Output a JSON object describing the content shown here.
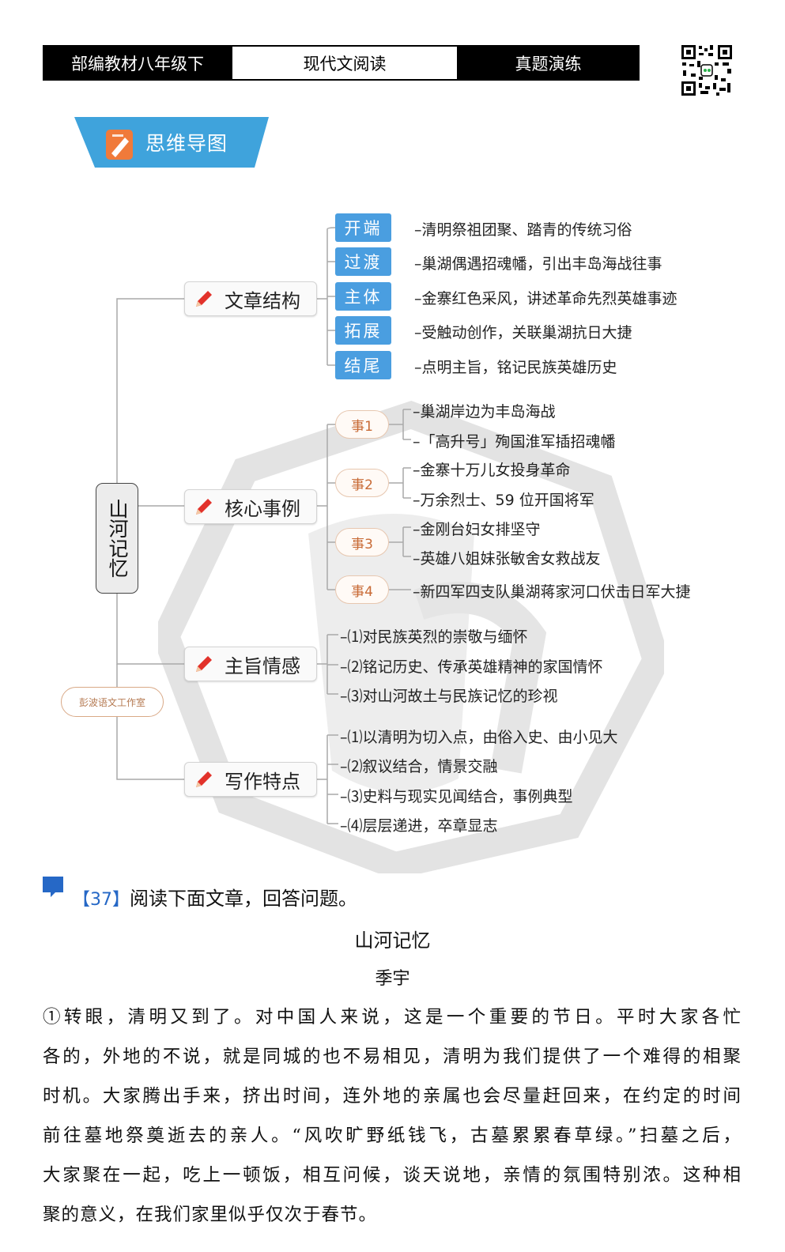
{
  "header": {
    "grade": "部编教材八年级下",
    "category": "现代文阅读",
    "practice": "真题演练"
  },
  "banner": {
    "label": "思维导图"
  },
  "mindmap": {
    "root": "山河记忆",
    "studio": "彭波语文工作室",
    "structure": {
      "label": "文章结构",
      "items": [
        {
          "tag": "开端",
          "text": "–清明祭祖团聚、踏青的传统习俗"
        },
        {
          "tag": "过渡",
          "text": "–巢湖偶遇招魂幡，引出丰岛海战往事"
        },
        {
          "tag": "主体",
          "text": "–金寨红色采风，讲述革命先烈英雄事迹"
        },
        {
          "tag": "拓展",
          "text": "–受触动创作，关联巢湖抗日大捷"
        },
        {
          "tag": "结尾",
          "text": "–点明主旨，铭记民族英雄历史"
        }
      ]
    },
    "examples": {
      "label": "核心事例",
      "items": [
        {
          "tag": "事1",
          "lines": [
            "–巢湖岸边为丰岛海战",
            "–「高升号」殉国淮军插招魂幡"
          ]
        },
        {
          "tag": "事2",
          "lines": [
            "–金寨十万儿女投身革命",
            "–万余烈士、59 位开国将军"
          ]
        },
        {
          "tag": "事3",
          "lines": [
            "–金刚台妇女排坚守",
            "–英雄八姐妹张敏舍女救战友"
          ]
        },
        {
          "tag": "事4",
          "lines": [
            "–新四军四支队巢湖蒋家河口伏击日军大捷"
          ]
        }
      ]
    },
    "theme": {
      "label": "主旨情感",
      "items": [
        "–⑴对民族英烈的崇敬与缅怀",
        "–⑵铭记历史、传承英雄精神的家国情怀",
        "–⑶对山河故土与民族记忆的珍视"
      ]
    },
    "writing": {
      "label": "写作特点",
      "items": [
        "–⑴以清明为切入点，由俗入史、由小见大",
        "–⑵叙议结合，情景交融",
        "–⑶史料与现实见闻结合，事例典型",
        "–⑷层层递进，卒章显志"
      ]
    }
  },
  "question": {
    "number": "【37】",
    "instruction": "阅读下面文章，回答问题。"
  },
  "article": {
    "title": "山河记忆",
    "author": "季宇",
    "lines": [
      "①转眼，清明又到了。对中国人来说，这是一个重要的节日。平时大家各忙",
      "各的，外地的不说，就是同城的也不易相见，清明为我们提供了一个难得的相聚",
      "时机。大家腾出手来，挤出时间，连外地的亲属也会尽量赶回来，在约定的时间",
      "前往墓地祭奠逝去的亲人。“风吹旷野纸钱飞，古墓累累春草绿。”扫墓之后，",
      "大家聚在一起，吃上一顿饭，相互问候，谈天说地，亲情的氛围特别浓。这种相",
      "聚的意义，在我们家里似乎仅次于春节。"
    ]
  },
  "colors": {
    "tag_blue": "#4a9ee0",
    "banner_blue": "#3fa3dc",
    "pill_orange": "#c86a35",
    "question_blue": "#2668c6"
  }
}
